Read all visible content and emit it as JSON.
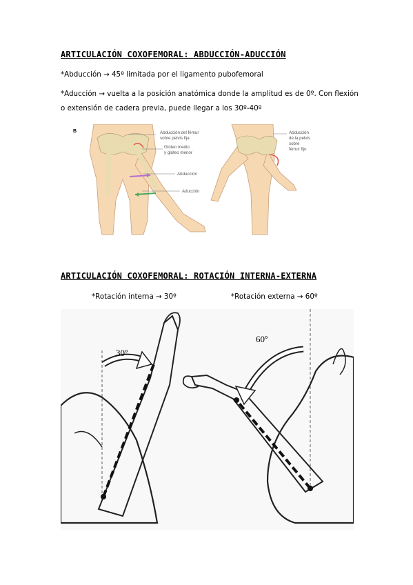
{
  "section1": {
    "heading": "ARTICULACIÓN COXOFEMORAL: ABDUCCIÓN-ADUCCIÓN",
    "line1": "*Abducción → 45º limitada por el ligamento pubofemoral",
    "line2": "*Aducción → vuelta a la posición anatómica donde la amplitud es de 0º. Con flexión",
    "line3": "o extensión de cadera previa, puede llegar a los 30º-40º"
  },
  "figure1": {
    "panel_letter": "B",
    "label_abd_femur_1": "Abducción del fémur",
    "label_abd_femur_2": "sobre pelvis fija",
    "label_gluteo_1": "Glúteo medio",
    "label_gluteo_2": "y glúteo menor",
    "label_abduccion": "Abducción",
    "label_aduccion": "Aducción",
    "label_abd_pelvis_1": "Abducción",
    "label_abd_pelvis_2": "de la pelvis",
    "label_abd_pelvis_3": "sobre",
    "label_abd_pelvis_4": "fémur fijo"
  },
  "section2": {
    "heading": "ARTICULACIÓN COXOFEMORAL: ROTACIÓN INTERNA-EXTERNA",
    "internal": "*Rotación interna → 30º",
    "external": "*Rotación externa → 60º"
  },
  "figure2": {
    "angle_internal": "30º",
    "angle_external": "60º"
  },
  "colors": {
    "skin": "#f6d8b3",
    "skin_edge": "#c99f7a",
    "bone": "#e9dcb0",
    "arrow_red": "#e05b4b",
    "arrow_purple": "#b56fd0",
    "arrow_green": "#49a85b"
  }
}
